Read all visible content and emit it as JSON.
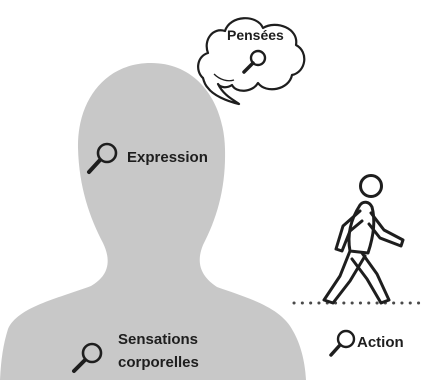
{
  "labels": {
    "thoughts": "Pensées",
    "expression": "Expression",
    "sensations_line1": "Sensations",
    "sensations_line2": "corporelles",
    "action": "Action"
  },
  "icons": {
    "magnifier": "magnifier-icon",
    "walker": "walking-person-icon"
  },
  "colors": {
    "silhouette": "#c8c8c8",
    "ink": "#1e1e1e",
    "bubble_fill": "#ffffff",
    "path_dots": "#4a4a4a"
  }
}
